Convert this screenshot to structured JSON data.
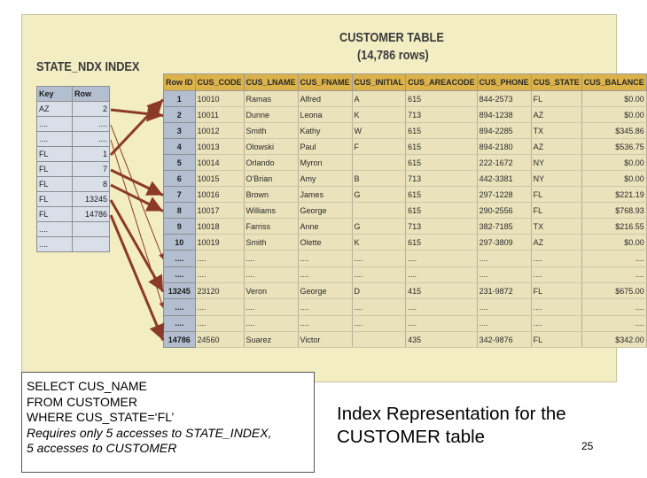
{
  "index_table": {
    "title": "STATE_NDX INDEX",
    "headers": [
      "Key",
      "Row"
    ],
    "rows": [
      [
        "AZ",
        "2"
      ],
      [
        "....",
        "...."
      ],
      [
        "....",
        "...."
      ],
      [
        "FL",
        "1"
      ],
      [
        "FL",
        "7"
      ],
      [
        "FL",
        "8"
      ],
      [
        "FL",
        "13245"
      ],
      [
        "FL",
        "14786"
      ],
      [
        "....",
        ""
      ],
      [
        "....",
        ""
      ]
    ]
  },
  "customer_table": {
    "title": "CUSTOMER TABLE",
    "subtitle": "(14,786 rows)",
    "headers": [
      "Row ID",
      "CUS_CODE",
      "CUS_LNAME",
      "CUS_FNAME",
      "CUS_INITIAL",
      "CUS_AREACODE",
      "CUS_PHONE",
      "CUS_STATE",
      "CUS_BALANCE"
    ],
    "rows": [
      [
        "1",
        "10010",
        "Ramas",
        "Alfred",
        "A",
        "615",
        "844-2573",
        "FL",
        "$0.00"
      ],
      [
        "2",
        "10011",
        "Dunne",
        "Leona",
        "K",
        "713",
        "894-1238",
        "AZ",
        "$0.00"
      ],
      [
        "3",
        "10012",
        "Smith",
        "Kathy",
        "W",
        "615",
        "894-2285",
        "TX",
        "$345.86"
      ],
      [
        "4",
        "10013",
        "Olowski",
        "Paul",
        "F",
        "615",
        "894-2180",
        "AZ",
        "$536.75"
      ],
      [
        "5",
        "10014",
        "Orlando",
        "Myron",
        "",
        "615",
        "222-1672",
        "NY",
        "$0.00"
      ],
      [
        "6",
        "10015",
        "O'Brian",
        "Amy",
        "B",
        "713",
        "442-3381",
        "NY",
        "$0.00"
      ],
      [
        "7",
        "10016",
        "Brown",
        "James",
        "G",
        "615",
        "297-1228",
        "FL",
        "$221.19"
      ],
      [
        "8",
        "10017",
        "Williams",
        "George",
        "",
        "615",
        "290-2556",
        "FL",
        "$768.93"
      ],
      [
        "9",
        "10018",
        "Farriss",
        "Anne",
        "G",
        "713",
        "382-7185",
        "TX",
        "$216.55"
      ],
      [
        "10",
        "10019",
        "Smith",
        "Olette",
        "K",
        "615",
        "297-3809",
        "AZ",
        "$0.00"
      ],
      [
        "....",
        "....",
        "....",
        "....",
        "....",
        "....",
        "....",
        "....",
        "...."
      ],
      [
        "....",
        "....",
        "....",
        "....",
        "....",
        "....",
        "....",
        "....",
        "...."
      ],
      [
        "13245",
        "23120",
        "Veron",
        "George",
        "D",
        "415",
        "231-9872",
        "FL",
        "$675.00"
      ],
      [
        "....",
        "....",
        "....",
        "....",
        "....",
        "....",
        "....",
        "....",
        "...."
      ],
      [
        "....",
        "....",
        "....",
        "....",
        "....",
        "....",
        "....",
        "....",
        "...."
      ],
      [
        "14786",
        "24560",
        "Suarez",
        "Victor",
        "",
        "435",
        "342-9876",
        "FL",
        "$342.00"
      ]
    ]
  },
  "query": {
    "line1": "SELECT  CUS_NAME",
    "line2": "FROM CUSTOMER",
    "line3": "WHERE CUS_STATE=‘FL’",
    "note1": "Requires only 5 accesses to STATE_INDEX,",
    "note2": "5 accesses to CUSTOMER"
  },
  "caption": {
    "line1": "Index Representation for the",
    "line2": "CUSTOMER table"
  },
  "page_number": "25",
  "colors": {
    "figure_bg": "#f3edc4",
    "header_gold": "#dcb24a",
    "index_blue": "#b3bfd0",
    "arrow": "#8b3a2a"
  }
}
